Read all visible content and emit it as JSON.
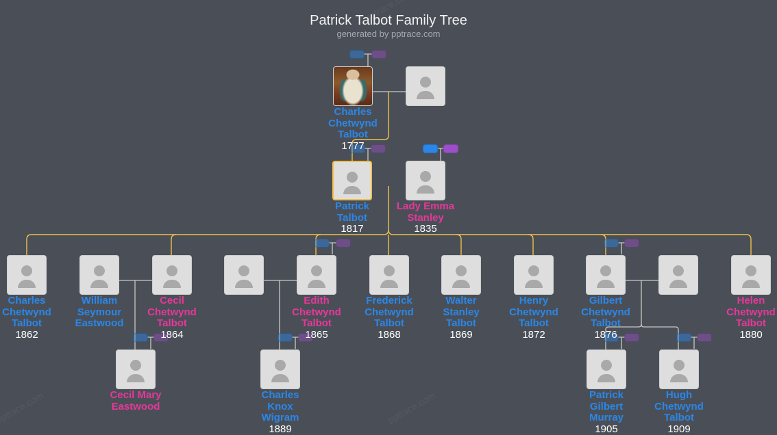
{
  "header": {
    "title": "Patrick Talbot Family Tree",
    "subtitle": "generated by pptrace.com"
  },
  "watermarks": [
    "pptrace.com",
    "pptrace.com",
    "pptrace.com"
  ],
  "colors": {
    "background": "#4a4f57",
    "male": "#2a87e8",
    "female": "#e8379b",
    "ancestor_link": "#f0c04a",
    "spouse_link": "#d0d0d0",
    "selected_border": "#f0c04a"
  },
  "people": {
    "charles_1777": {
      "name_lines": [
        "Charles",
        "Chetwynd",
        "Talbot"
      ],
      "year": "1777",
      "gender": "male",
      "photo": "portrait"
    },
    "charles_1777_spouse": {
      "name_lines": [],
      "year": "",
      "gender": "unknown"
    },
    "patrick": {
      "name_lines": [
        "Patrick",
        "Talbot"
      ],
      "year": "1817",
      "gender": "male",
      "selected": true
    },
    "emma": {
      "name_lines": [
        "Lady Emma",
        "Stanley"
      ],
      "year": "1835",
      "gender": "female"
    },
    "charles_1862": {
      "name_lines": [
        "Charles",
        "Chetwynd",
        "Talbot"
      ],
      "year": "1862",
      "gender": "male"
    },
    "william": {
      "name_lines": [
        "William",
        "Seymour",
        "Eastwood"
      ],
      "year": "",
      "gender": "male"
    },
    "cecil": {
      "name_lines": [
        "Cecil",
        "Chetwynd",
        "Talbot"
      ],
      "year": "1864",
      "gender": "female"
    },
    "edith_spouse": {
      "name_lines": [],
      "year": "",
      "gender": "unknown"
    },
    "edith": {
      "name_lines": [
        "Edith",
        "Chetwynd",
        "Talbot"
      ],
      "year": "1865",
      "gender": "female"
    },
    "frederick": {
      "name_lines": [
        "Frederick",
        "Chetwynd",
        "Talbot"
      ],
      "year": "1868",
      "gender": "male"
    },
    "walter": {
      "name_lines": [
        "Walter",
        "Stanley",
        "Talbot"
      ],
      "year": "1869",
      "gender": "male"
    },
    "henry": {
      "name_lines": [
        "Henry",
        "Chetwynd",
        "Talbot"
      ],
      "year": "1872",
      "gender": "male"
    },
    "gilbert": {
      "name_lines": [
        "Gilbert",
        "Chetwynd",
        "Talbot"
      ],
      "year": "1876",
      "gender": "male"
    },
    "gilbert_spouse": {
      "name_lines": [],
      "year": "",
      "gender": "unknown"
    },
    "helen": {
      "name_lines": [
        "Helen",
        "Chetwynd",
        "Talbot"
      ],
      "year": "1880",
      "gender": "female"
    },
    "cecil_mary": {
      "name_lines": [
        "Cecil Mary",
        "Eastwood"
      ],
      "year": "",
      "gender": "female"
    },
    "charles_knox": {
      "name_lines": [
        "Charles",
        "Knox",
        "Wigram"
      ],
      "year": "1889",
      "gender": "male"
    },
    "patrick_gilbert": {
      "name_lines": [
        "Patrick",
        "Gilbert",
        "Murray"
      ],
      "year": "1905",
      "gender": "male"
    },
    "hugh": {
      "name_lines": [
        "Hugh",
        "Chetwynd",
        "Talbot"
      ],
      "year": "1909",
      "gender": "male"
    }
  }
}
